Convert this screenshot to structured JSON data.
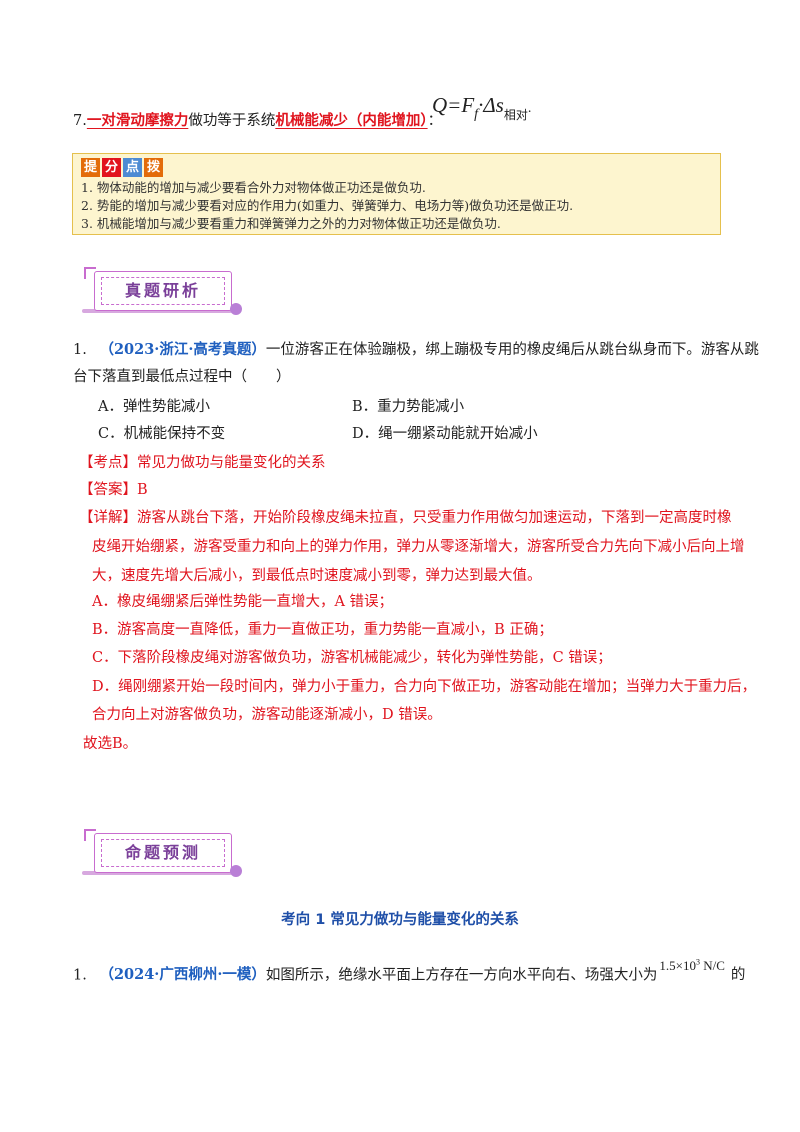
{
  "item7": {
    "number": "7.",
    "term1": "一对滑动摩擦力",
    "text1": "做功等于系统",
    "term2": "机械能减少（内能增加）",
    "text2": "：",
    "formula_main": "Q=F",
    "formula_sub_f": "f",
    "formula_rest": "·Δs",
    "formula_subscript": "相对",
    "end": "."
  },
  "tip": {
    "title_chars": [
      "提",
      "分",
      "点",
      "拨"
    ],
    "title_colors": [
      "#e36c0a",
      "#e2141e",
      "#4d8bd3",
      "#e36c0a"
    ],
    "lines": [
      "1. 物体动能的增加与减少要看合外力对物体做正功还是做负功.",
      "2. 势能的增加与减少要看对应的作用力(如重力、弹簧弹力、电场力等)做负功还是做正功.",
      "3. 机械能增加与减少要看重力和弹簧弹力之外的力对物体做正功还是做负功."
    ]
  },
  "section1": {
    "title": "真题研析"
  },
  "q1": {
    "number": "1.",
    "source": "（2023·浙江·高考真题）",
    "stem_line1": "一位游客正在体验蹦极，绑上蹦极专用的橡皮绳后从跳台纵身而下。游客从跳",
    "stem_line2": "台下落直到最低点过程中（　　）",
    "options": {
      "A": "A．弹性势能减小",
      "B": "B．重力势能减小",
      "C": "C．机械能保持不变",
      "D": "D．绳一绷紧动能就开始减小"
    },
    "kaodian": "【考点】常见力做功与能量变化的关系",
    "answer": "【答案】B",
    "detail_lines": [
      "【详解】游客从跳台下落，开始阶段橡皮绳未拉直，只受重力作用做匀加速运动，下落到一定高度时橡",
      "皮绳开始绷紧，游客受重力和向上的弹力作用，弹力从零逐渐增大，游客所受合力先向下减小后向上增",
      "大，速度先增大后减小，到最低点时速度减小到零，弹力达到最大值。",
      "A．橡皮绳绷紧后弹性势能一直增大，A 错误；",
      "B．游客高度一直降低，重力一直做正功，重力势能一直减小，B 正确；",
      "C．下落阶段橡皮绳对游客做负功，游客机械能减少，转化为弹性势能，C 错误；",
      "D．绳刚绷紧开始一段时间内，弹力小于重力，合力向下做正功，游客动能在增加；当弹力大于重力后，",
      "合力向上对游客做负功，游客动能逐渐减小，D 错误。"
    ],
    "conclusion": "故选B。"
  },
  "section2": {
    "title": "命题预测"
  },
  "direction": {
    "title": "考向 1 常见力做功与能量变化的关系"
  },
  "q2": {
    "number": "1.",
    "source": "（2024·广西柳州·一模）",
    "stem": "如图所示，绝缘水平面上方存在一方向水平向右、场强大小为",
    "value": "1.5×10",
    "exponent": "3",
    "unit": " N/C",
    "tail": "的"
  }
}
